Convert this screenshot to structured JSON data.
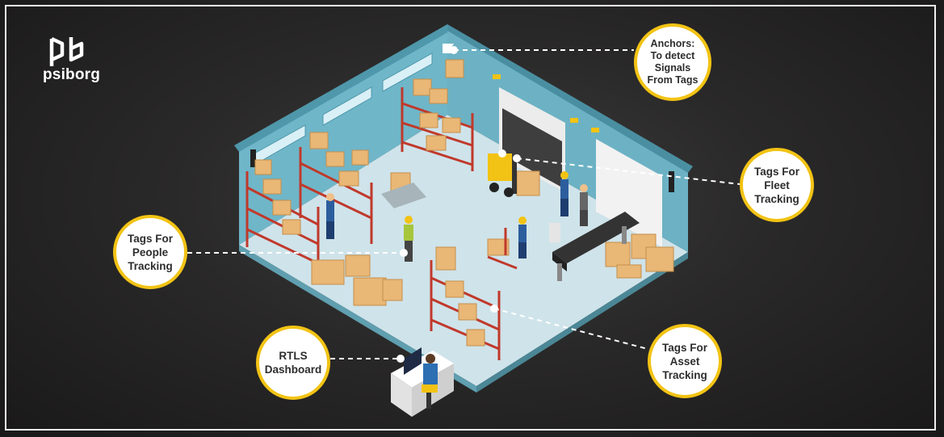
{
  "brand": {
    "name": "psiborg",
    "logo_icon": "pb-monogram-icon"
  },
  "callouts": {
    "anchors": "Anchors:\nTo detect\nSignals\nFrom Tags",
    "fleet": "Tags For\nFleet\nTracking",
    "people": "Tags For\nPeople\nTracking",
    "asset": "Tags For\nAsset\nTracking",
    "rtls": "RTLS\nDashboard"
  },
  "colors": {
    "accent": "#f2c314",
    "wall": "#6fb6c9",
    "floor": "#cfe3ea",
    "shelf": "#c0392b",
    "box": "#e9b776",
    "background": "#2a2929"
  }
}
